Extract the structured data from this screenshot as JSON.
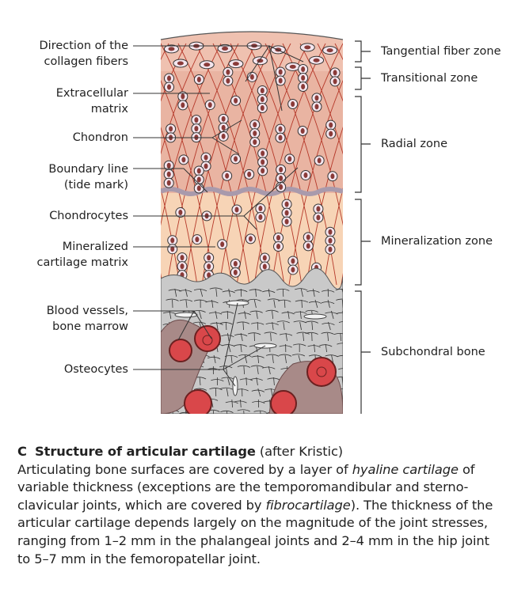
{
  "left_labels": [
    {
      "l1": "Direction of the",
      "l2": "collagen fibers"
    },
    {
      "l1": "Extracellular",
      "l2": "matrix"
    },
    {
      "l1": "Chondron",
      "l2": ""
    },
    {
      "l1": "Boundary line",
      "l2": "(tide mark)"
    },
    {
      "l1": "Chondrocytes",
      "l2": ""
    },
    {
      "l1": "Mineralized",
      "l2": "cartilage matrix"
    },
    {
      "l1": "Blood vessels,",
      "l2": "bone marrow"
    },
    {
      "l1": "Osteocytes",
      "l2": ""
    }
  ],
  "zones": [
    "Tangential fiber zone",
    "Transitional zone",
    "Radial zone",
    "Mineralization zone",
    "Subchondral bone"
  ],
  "caption": {
    "letter": "C",
    "title": "Structure of articular cartilage",
    "source": "(after Kristic)",
    "p1": "Articulating bone surfaces are covered by a layer of ",
    "em1": "hyaline cartilage",
    "p2": " of variable thickness (exceptions are the temporomandibular and sterno­clavicular joints, which are covered by ",
    "em2": "fibrocartilage",
    "p3": "). The thickness of the articular cartilage depends largely on the magnitude of the joint stresses, ranging from 1–2 mm in the phalangeal joints and 2–4 mm in the hip joint to 5–7 mm in the femoropatellar joint."
  },
  "colors": {
    "cartilage": "#e9b4a2",
    "mineralized": "#f7d4b6",
    "tidemark": "#a99aac",
    "bone": "#c9c9c9",
    "fiber": "#b5392a",
    "vessel": "#d9474a",
    "marrow": "#a88a88"
  }
}
